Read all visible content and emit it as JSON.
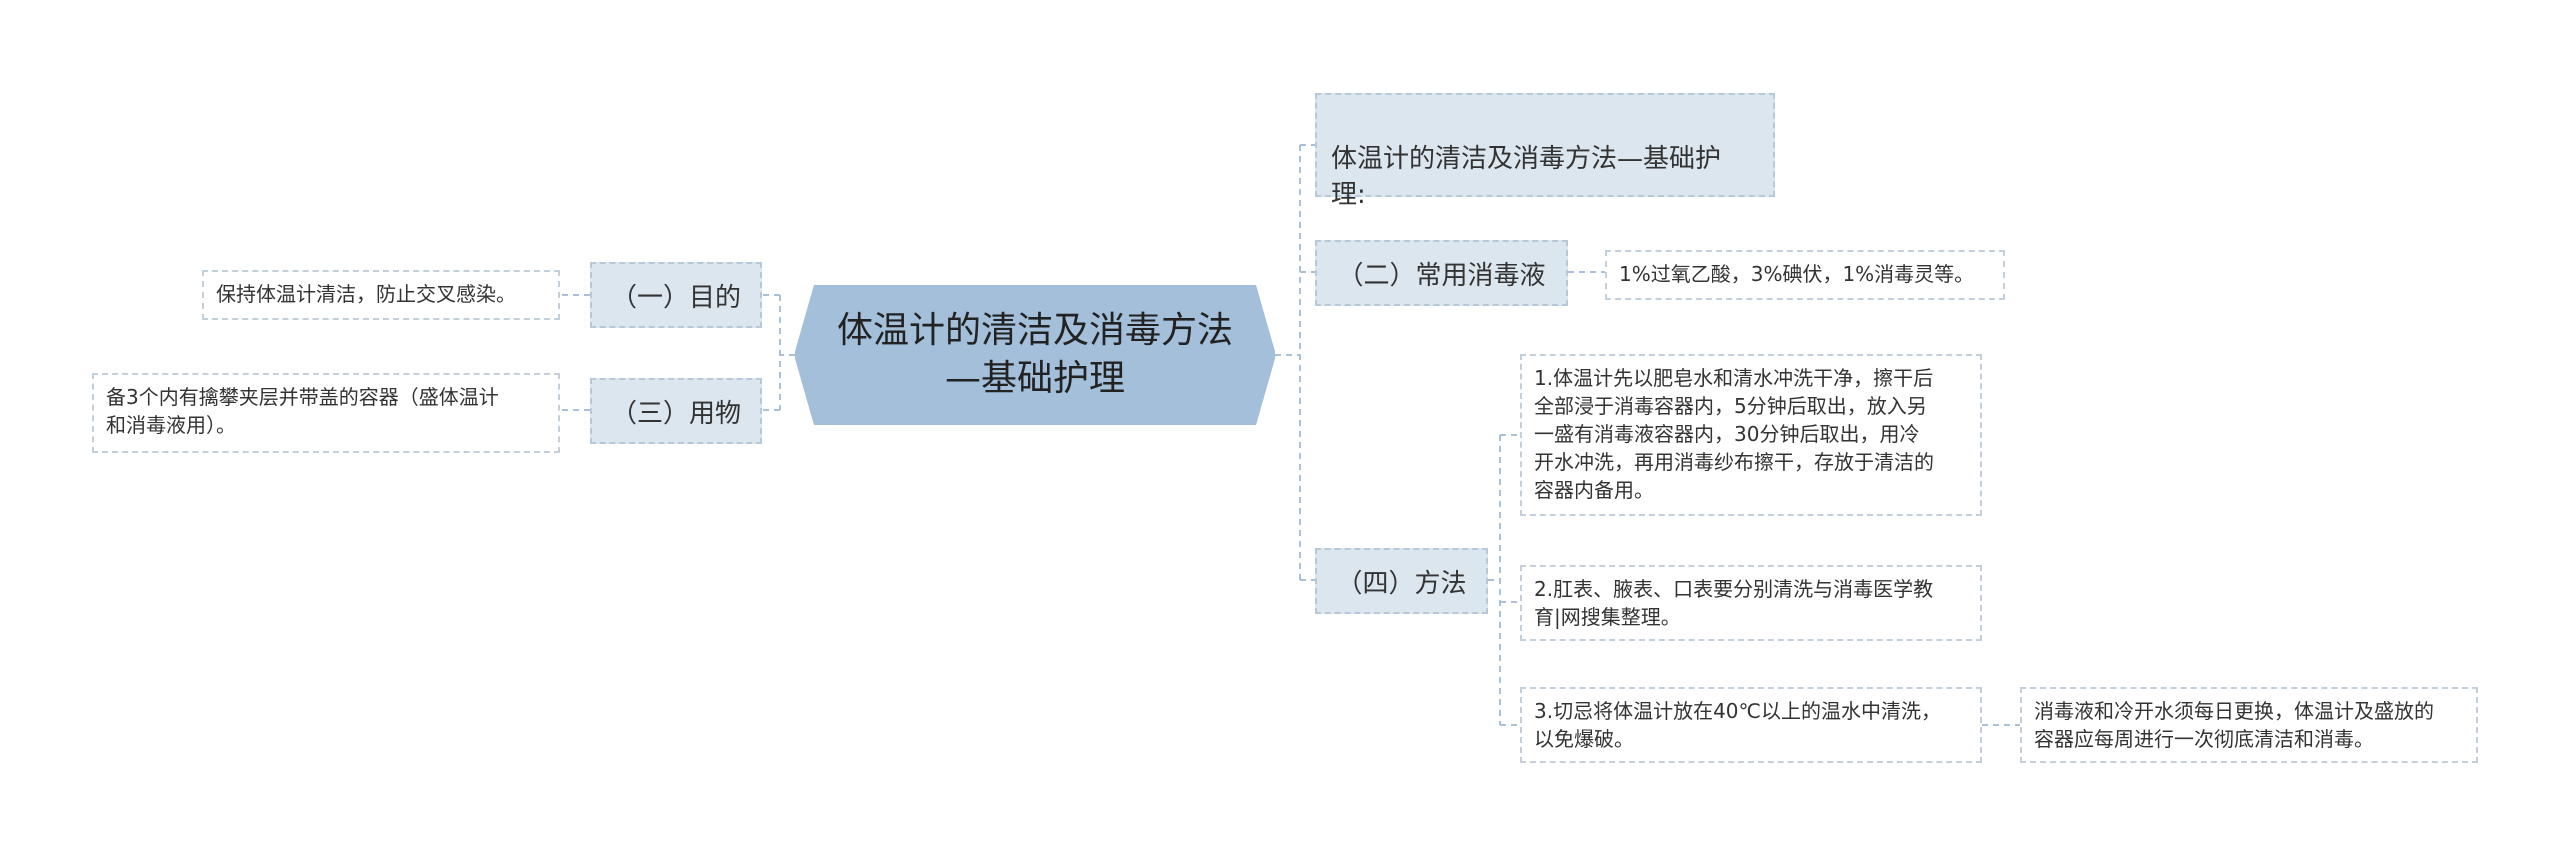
{
  "root": {
    "title": "体温计的清洁及消毒方法\n—基础护理"
  },
  "top_note": {
    "text": "体温计的清洁及消毒方法—基础护\n理:"
  },
  "branches": {
    "purpose": {
      "label": "（一）目的",
      "leaf": "保持体温计清洁，防止交叉感染。"
    },
    "supplies": {
      "label": "（三）用物",
      "leaf": "备3个内有擒攀夹层并带盖的容器（盛体温计\n和消毒液用）。"
    },
    "disinfectant": {
      "label": "（二）常用消毒液",
      "leaf": "1%过氧乙酸，3%碘伏，1%消毒灵等。"
    },
    "method": {
      "label": "（四）方法",
      "steps": [
        "1.体温计先以肥皂水和清水冲洗干净，擦干后\n全部浸于消毒容器内，5分钟后取出，放入另\n一盛有消毒液容器内，30分钟后取出，用冷\n开水冲洗，再用消毒纱布擦干，存放于清洁的\n容器内备用。",
        "2.肛表、腋表、口表要分别清洗与消毒医学教\n育|网搜集整理。",
        "3.切忌将体温计放在40℃以上的温水中清洗，\n以免爆破。"
      ],
      "step3_note": "消毒液和冷开水须每日更换，体温计及盛放的\n容器应每周进行一次彻底清洁和消毒。"
    }
  },
  "colors": {
    "root_fill": "#a3bfda",
    "branch_fill": "#dce6ef",
    "border": "#b7c8d8",
    "line": "#a9c0d6"
  }
}
